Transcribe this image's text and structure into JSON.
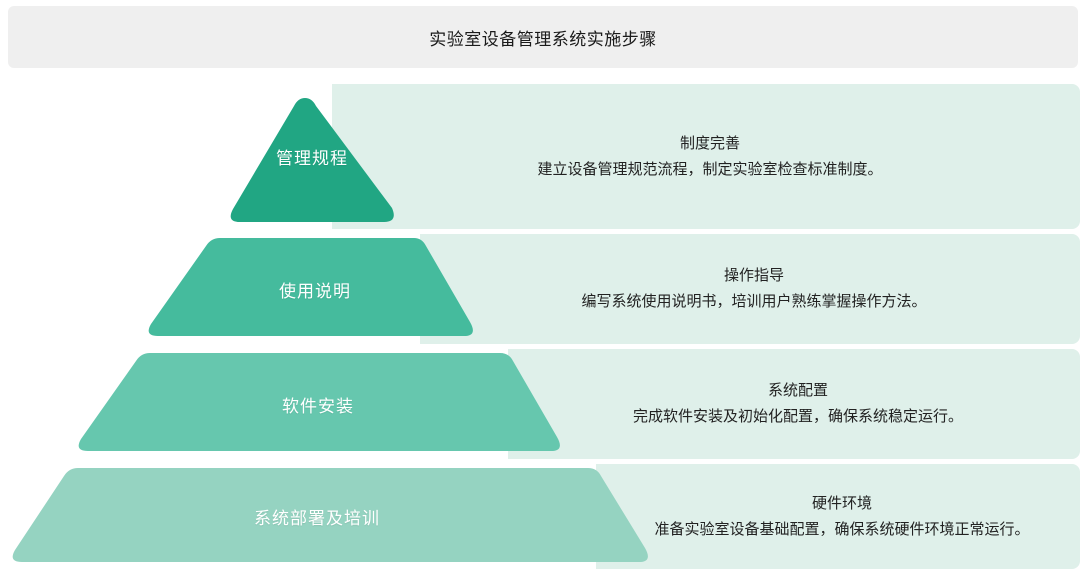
{
  "header": {
    "title": "实验室设备管理系统实施步骤",
    "background_color": "#efefef"
  },
  "diagram": {
    "type": "pyramid",
    "band_color": "#dff0ea",
    "tiers": [
      {
        "level": 1,
        "label": "管理规程",
        "heading": "制度完善",
        "description": "建立设备管理规范流程，制定实验室检查标准制度。",
        "color": "#21a683"
      },
      {
        "level": 2,
        "label": "使用说明",
        "heading": "操作指导",
        "description": "编写系统使用说明书，培训用户熟练掌握操作方法。",
        "color": "#45bb9d"
      },
      {
        "level": 3,
        "label": "软件安装",
        "heading": "系统配置",
        "description": "完成软件安装及初始化配置，确保系统稳定运行。",
        "color": "#66c7ae"
      },
      {
        "level": 4,
        "label": "系统部署及培训",
        "heading": "硬件环境",
        "description": "准备实验室设备基础配置，确保系统硬件环境正常运行。",
        "color": "#95d3c1"
      }
    ]
  }
}
